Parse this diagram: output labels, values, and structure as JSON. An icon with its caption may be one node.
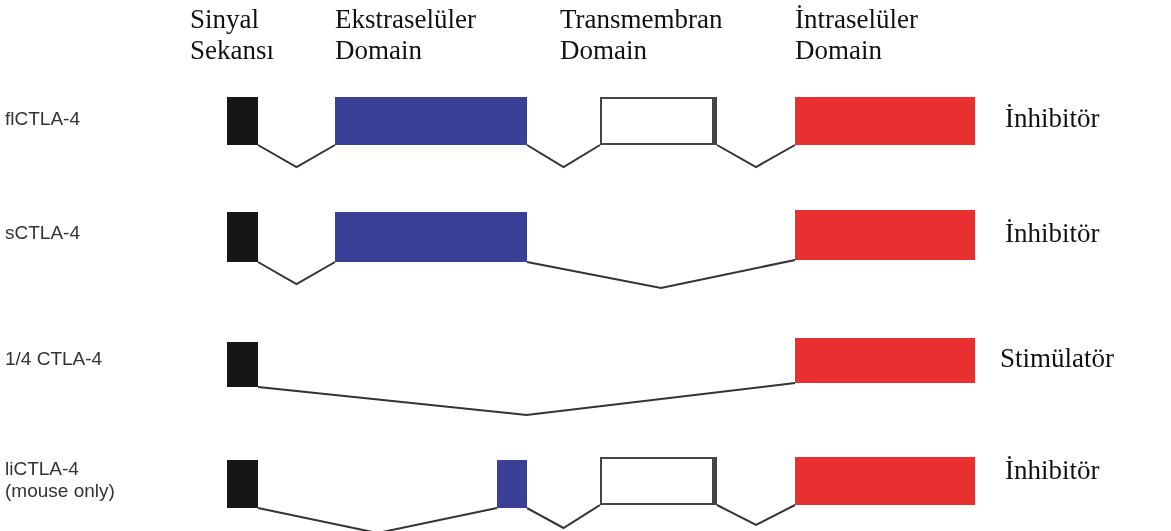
{
  "diagram": {
    "nodes": [
      {
        "text": [],
        "shape": "box"
      },
      {
        "text": [],
        "shape": "box"
      },
      {
        "text": [],
        "shape": "box"
      },
      {
        "text": [],
        "shape": "box"
      },
      {
        "text": [],
        "shape": "box"
      },
      {
        "text": [],
        "shape": "box"
      },
      {
        "text": [],
        "shape": "box"
      },
      {
        "text": [],
        "shape": "box"
      },
      {
        "text": [],
        "shape": "box"
      },
      {
        "text": [],
        "shape": "box"
      },
      {
        "text": [],
        "shape": "box"
      },
      {
        "text": [],
        "shape": "box"
      },
      {
        "text": [],
        "shape": "box"
      }
    ],
    "edges": [
      {
        "from": 0,
        "to": 1,
        "arrow": "none"
      },
      {
        "from": 1,
        "to": 2,
        "arrow": "none"
      },
      {
        "from": 2,
        "to": 3,
        "arrow": "none"
      },
      {
        "from": 4,
        "to": 5,
        "arrow": "none"
      },
      {
        "from": 5,
        "to": 6,
        "arrow": "none"
      },
      {
        "from": 7,
        "to": 8,
        "arrow": "none"
      },
      {
        "from": 9,
        "to": 10,
        "arrow": "none"
      },
      {
        "from": 10,
        "to": 11,
        "arrow": "none"
      },
      {
        "from": 11,
        "to": 12,
        "arrow": "none"
      }
    ],
    "labels": [
      "Sinyal Sekansı",
      "Ekstraselüler Domain",
      "Transmembran Domain",
      "İntraselüler Domain",
      "flCTLA-4",
      "İnhibitör",
      "sCTLA-4",
      "İnhibitör",
      "1/4 CTLA-4",
      "Stimülatör",
      "liCTLA-4 (mouse only)",
      "İnhibitör"
    ]
  }
}
